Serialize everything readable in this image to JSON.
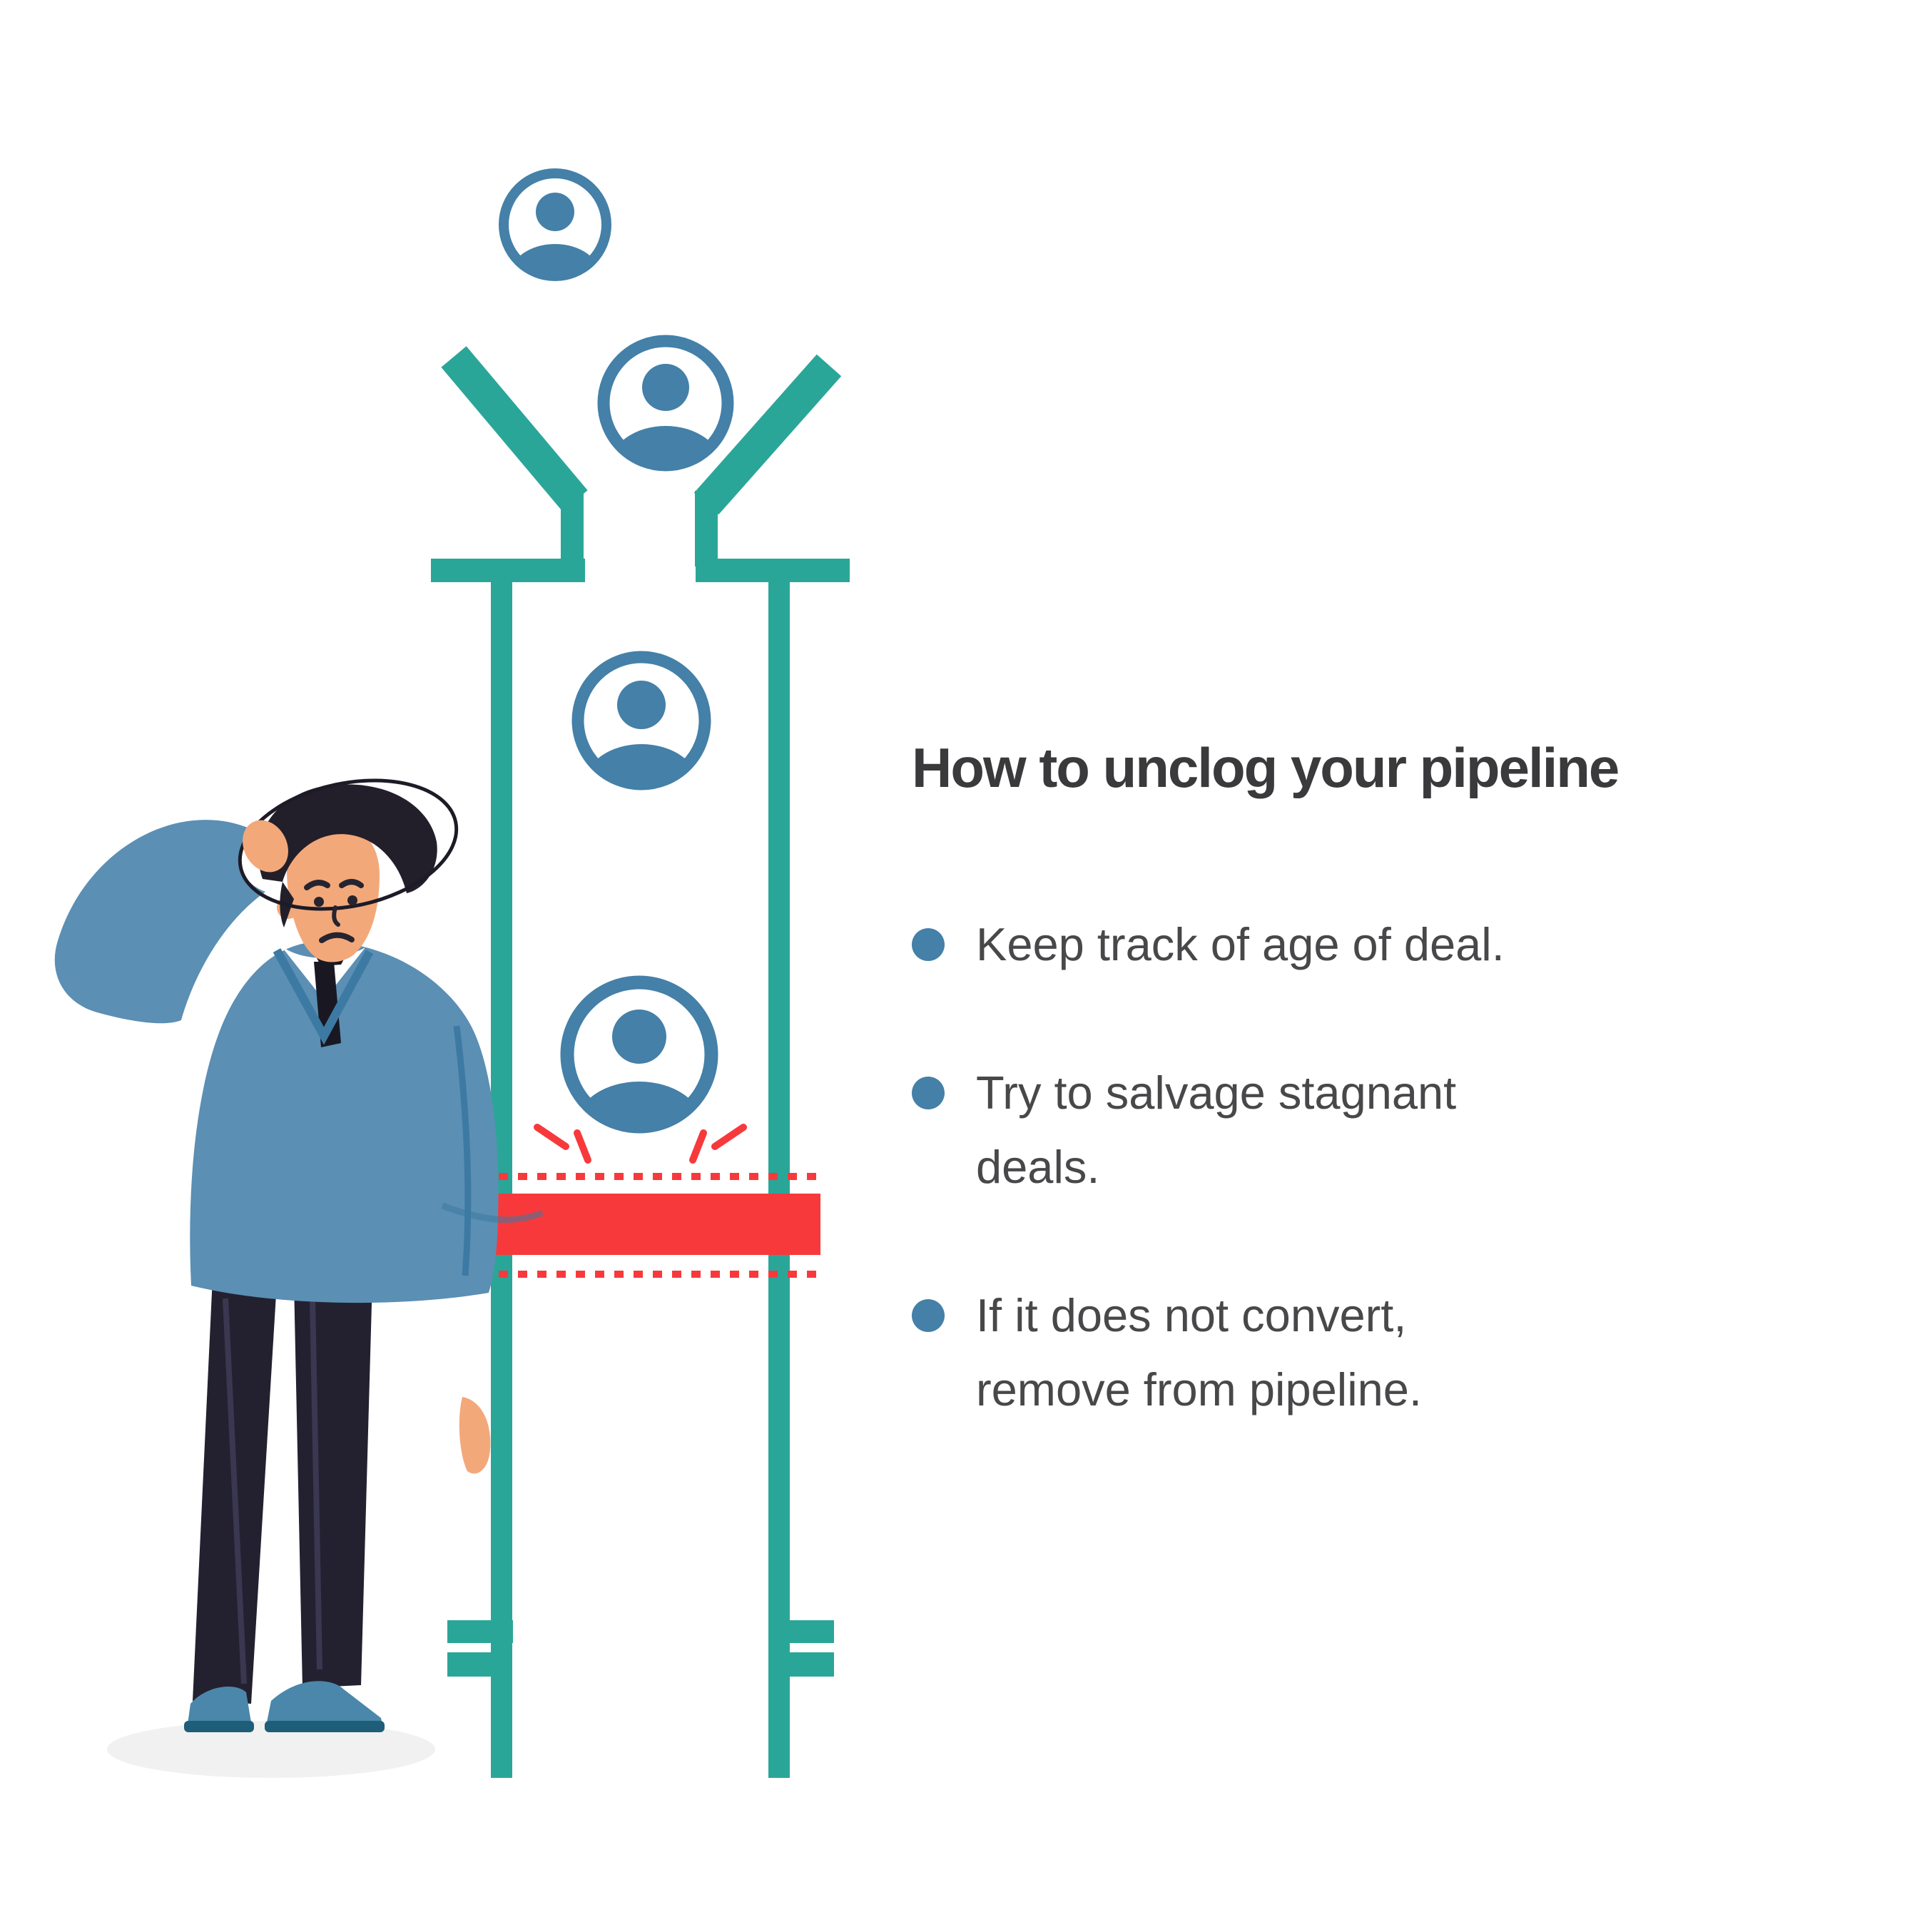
{
  "panel": {
    "title": "How to unclog your pipeline",
    "bullets": [
      {
        "line1": "Keep track of age of deal.",
        "line2": ""
      },
      {
        "line1": "Try to salvage stagnant",
        "line2": "deals."
      },
      {
        "line1": "If it does not convert,",
        "line2": "remove from pipeline."
      }
    ]
  },
  "illustration": {
    "scene": "Confused salesman scratching his head beside a vertical sales pipeline; leads (user avatars) fall through a funnel into the pipe and one lead is stopped by a red blockage bar",
    "icons": [
      "user-avatar-icon",
      "pipeline-funnel-icon",
      "pipe-flange-icon",
      "blockage-bar",
      "impact-marks-icon",
      "bullet-dot-icon"
    ],
    "avatar_count": 4
  },
  "colors": {
    "pipeline_teal": "#2AA699",
    "avatar_blue": "#4480A8",
    "blockage_red": "#F8393B",
    "sweater_blue": "#5B8FB4",
    "skin": "#F3A87A",
    "title_text": "#3A393B",
    "body_text": "#48484A",
    "background": "#FFFFFF"
  }
}
